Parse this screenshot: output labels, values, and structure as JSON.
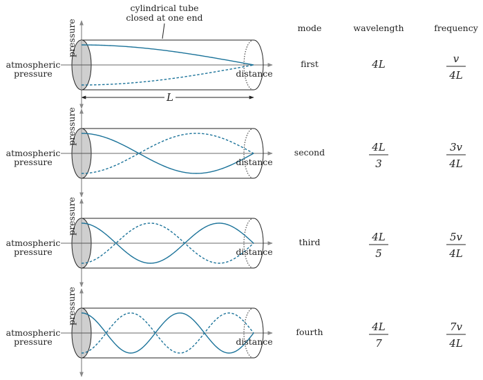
{
  "tube_caption": [
    "cylindrical tube",
    "closed at one end"
  ],
  "length_label": "L",
  "headers": {
    "mode": "mode",
    "wavelength": "wavelength",
    "frequency": "frequency"
  },
  "axis_labels": {
    "y": "pressure",
    "x": "distance",
    "baseline": [
      "atmospheric",
      "pressure"
    ]
  },
  "colors": {
    "wave": "#1a7299",
    "tube": "#222222",
    "axis": "#888888",
    "cap_fill": "#cfcfcf"
  },
  "modes": [
    {
      "name": "first",
      "harmonic": 1,
      "wavelength": {
        "whole": "4L"
      },
      "frequency": {
        "num": "v",
        "den": "4L"
      }
    },
    {
      "name": "second",
      "harmonic": 3,
      "wavelength": {
        "num": "4L",
        "den": "3"
      },
      "frequency": {
        "num": "3v",
        "den": "4L"
      }
    },
    {
      "name": "third",
      "harmonic": 5,
      "wavelength": {
        "num": "4L",
        "den": "5"
      },
      "frequency": {
        "num": "5v",
        "den": "4L"
      }
    },
    {
      "name": "fourth",
      "harmonic": 7,
      "wavelength": {
        "num": "4L",
        "den": "7"
      },
      "frequency": {
        "num": "7v",
        "den": "4L"
      }
    }
  ]
}
